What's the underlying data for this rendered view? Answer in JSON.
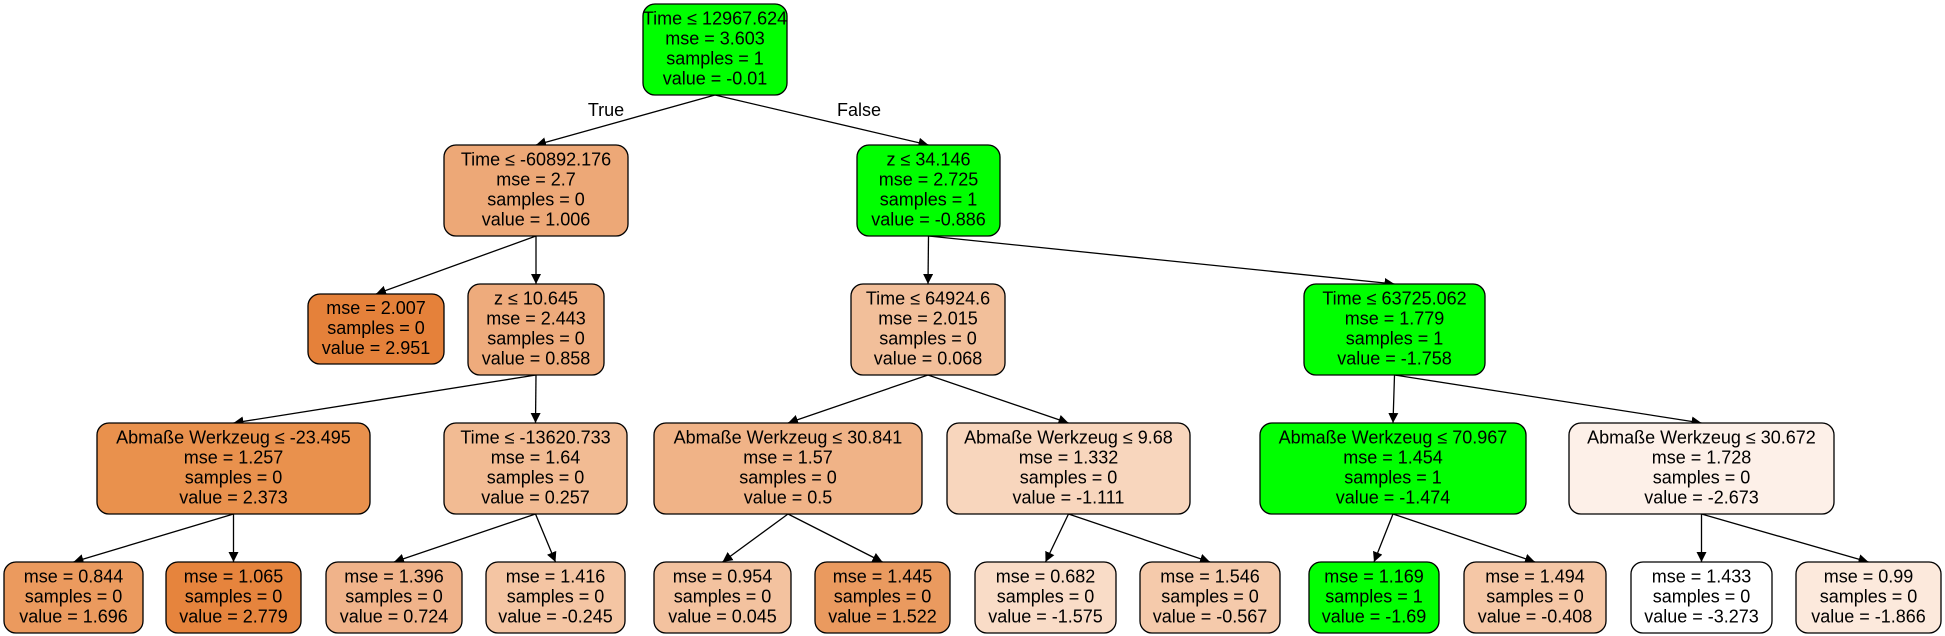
{
  "edge_labels": {
    "true_label": "True",
    "false_label": "False"
  },
  "nodes": [
    {
      "id": "n0",
      "fill": "#00ff00",
      "lines": [
        "Time ≤ 12967.624",
        "mse = 3.603",
        "samples = 1",
        "value = -0.01"
      ]
    },
    {
      "id": "n1",
      "fill": "#eda877",
      "lines": [
        "Time ≤ -60892.176",
        "mse = 2.7",
        "samples = 0",
        "value = 1.006"
      ]
    },
    {
      "id": "n2",
      "fill": "#00ff00",
      "lines": [
        "z ≤ 34.146",
        "mse = 2.725",
        "samples = 1",
        "value = -0.886"
      ]
    },
    {
      "id": "n3",
      "fill": "#e5813a",
      "lines": [
        "mse = 2.007",
        "samples = 0",
        "value = 2.951"
      ]
    },
    {
      "id": "n4",
      "fill": "#eeab7c",
      "lines": [
        "z ≤ 10.645",
        "mse = 2.443",
        "samples = 0",
        "value = 0.858"
      ]
    },
    {
      "id": "n5",
      "fill": "#f2bf9a",
      "lines": [
        "Time ≤ 64924.6",
        "mse = 2.015",
        "samples = 0",
        "value = 0.068"
      ]
    },
    {
      "id": "n6",
      "fill": "#00ff00",
      "lines": [
        "Time ≤ 63725.062",
        "mse = 1.779",
        "samples = 1",
        "value = -1.758"
      ]
    },
    {
      "id": "n7",
      "fill": "#e9914d",
      "lines": [
        "Abmaße Werkzeug ≤ -23.495",
        "mse = 1.257",
        "samples = 0",
        "value = 2.373"
      ]
    },
    {
      "id": "n8",
      "fill": "#f2bb93",
      "lines": [
        "Time ≤ -13620.733",
        "mse = 1.64",
        "samples = 0",
        "value = 0.257"
      ]
    },
    {
      "id": "n9",
      "fill": "#f0b387",
      "lines": [
        "Abmaße Werkzeug ≤ 30.841",
        "mse = 1.57",
        "samples = 0",
        "value = 0.5"
      ]
    },
    {
      "id": "n10",
      "fill": "#f8d6bd",
      "lines": [
        "Abmaße Werkzeug ≤ 9.68",
        "mse = 1.332",
        "samples = 0",
        "value = -1.111"
      ]
    },
    {
      "id": "n11",
      "fill": "#00ff00",
      "lines": [
        "Abmaße Werkzeug ≤ 70.967",
        "mse = 1.454",
        "samples = 1",
        "value = -1.474"
      ]
    },
    {
      "id": "n12",
      "fill": "#fdf0e8",
      "lines": [
        "Abmaße Werkzeug ≤ 30.672",
        "mse = 1.728",
        "samples = 0",
        "value = -2.673"
      ]
    },
    {
      "id": "n13",
      "fill": "#eb9a5e",
      "lines": [
        "mse = 0.844",
        "samples = 0",
        "value = 1.696"
      ]
    },
    {
      "id": "n14",
      "fill": "#e6843d",
      "lines": [
        "mse = 1.065",
        "samples = 0",
        "value = 2.779"
      ]
    },
    {
      "id": "n15",
      "fill": "#f0b38a",
      "lines": [
        "mse = 1.396",
        "samples = 0",
        "value = 0.724"
      ]
    },
    {
      "id": "n16",
      "fill": "#f4c5a3",
      "lines": [
        "mse = 1.416",
        "samples = 0",
        "value = -0.245"
      ]
    },
    {
      "id": "n17",
      "fill": "#f3c29f",
      "lines": [
        "mse = 0.954",
        "samples = 0",
        "value = 0.045"
      ]
    },
    {
      "id": "n18",
      "fill": "#ea9a5f",
      "lines": [
        "mse = 1.445",
        "samples = 0",
        "value = 1.522"
      ]
    },
    {
      "id": "n19",
      "fill": "#f9dcc7",
      "lines": [
        "mse = 0.682",
        "samples = 0",
        "value = -1.575"
      ]
    },
    {
      "id": "n20",
      "fill": "#f5caab",
      "lines": [
        "mse = 1.546",
        "samples = 0",
        "value = -0.567"
      ]
    },
    {
      "id": "n21",
      "fill": "#00ff00",
      "lines": [
        "mse = 1.169",
        "samples = 1",
        "value = -1.69"
      ]
    },
    {
      "id": "n22",
      "fill": "#f5c7a6",
      "lines": [
        "mse = 1.494",
        "samples = 0",
        "value = -0.408"
      ]
    },
    {
      "id": "n23",
      "fill": "#ffffff",
      "lines": [
        "mse = 1.433",
        "samples = 0",
        "value = -3.273"
      ]
    },
    {
      "id": "n24",
      "fill": "#fce9dc",
      "lines": [
        "mse = 0.99",
        "samples = 0",
        "value = -1.866"
      ]
    }
  ],
  "edges": [
    [
      "n0",
      "n1"
    ],
    [
      "n0",
      "n2"
    ],
    [
      "n1",
      "n3"
    ],
    [
      "n1",
      "n4"
    ],
    [
      "n2",
      "n5"
    ],
    [
      "n2",
      "n6"
    ],
    [
      "n4",
      "n7"
    ],
    [
      "n4",
      "n8"
    ],
    [
      "n5",
      "n9"
    ],
    [
      "n5",
      "n10"
    ],
    [
      "n6",
      "n11"
    ],
    [
      "n6",
      "n12"
    ],
    [
      "n7",
      "n13"
    ],
    [
      "n7",
      "n14"
    ],
    [
      "n8",
      "n15"
    ],
    [
      "n8",
      "n16"
    ],
    [
      "n9",
      "n17"
    ],
    [
      "n9",
      "n18"
    ],
    [
      "n10",
      "n19"
    ],
    [
      "n10",
      "n20"
    ],
    [
      "n11",
      "n21"
    ],
    [
      "n11",
      "n22"
    ],
    [
      "n12",
      "n23"
    ],
    [
      "n12",
      "n24"
    ]
  ]
}
